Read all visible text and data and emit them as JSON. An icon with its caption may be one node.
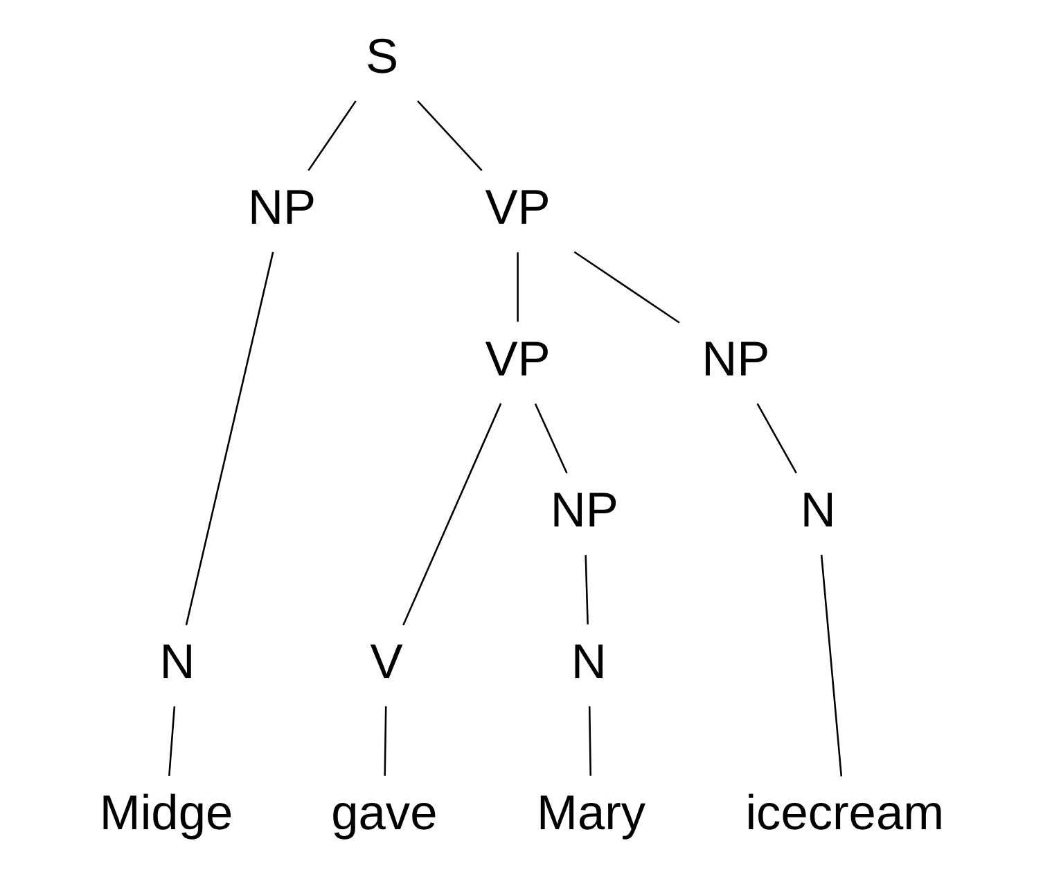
{
  "diagram": {
    "nodes": [
      {
        "text": [
          "S"
        ]
      },
      {
        "text": [
          "NP"
        ]
      },
      {
        "text": [
          "VP"
        ]
      },
      {
        "text": [
          "N"
        ]
      },
      {
        "text": [
          "VP"
        ]
      },
      {
        "text": [
          "NP"
        ]
      },
      {
        "text": [
          "V"
        ]
      },
      {
        "text": [
          "NP"
        ]
      },
      {
        "text": [
          "N"
        ]
      },
      {
        "text": [
          "N"
        ]
      },
      {
        "text": [
          "Midge"
        ]
      },
      {
        "text": [
          "gave"
        ]
      },
      {
        "text": [
          "Mary"
        ]
      },
      {
        "text": [
          "icecream"
        ]
      }
    ],
    "edges": [
      {
        "from": 0,
        "to": 1,
        "arrow": "none"
      },
      {
        "from": 0,
        "to": 2,
        "arrow": "none"
      },
      {
        "from": 1,
        "to": 3,
        "arrow": "none"
      },
      {
        "from": 2,
        "to": 4,
        "arrow": "none"
      },
      {
        "from": 2,
        "to": 5,
        "arrow": "none"
      },
      {
        "from": 4,
        "to": 6,
        "arrow": "none"
      },
      {
        "from": 4,
        "to": 7,
        "arrow": "none"
      },
      {
        "from": 7,
        "to": 8,
        "arrow": "none"
      },
      {
        "from": 5,
        "to": 9,
        "arrow": "none"
      },
      {
        "from": 3,
        "to": 10,
        "arrow": "none"
      },
      {
        "from": 6,
        "to": 11,
        "arrow": "none"
      },
      {
        "from": 8,
        "to": 12,
        "arrow": "none"
      },
      {
        "from": 9,
        "to": 13,
        "arrow": "none"
      }
    ]
  }
}
